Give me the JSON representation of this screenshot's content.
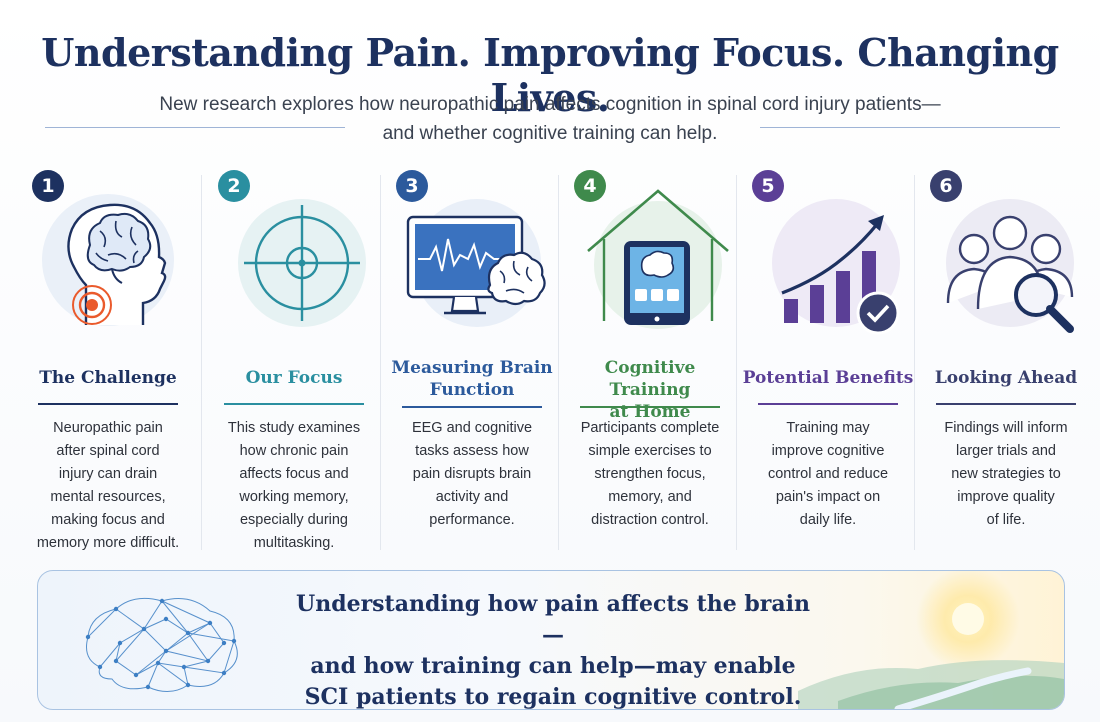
{
  "header": {
    "title": "Understanding Pain. Improving Focus. Changing Lives.",
    "subtitle_line1": "New research explores how neuropathic pain affects cognition in spinal cord injury patients—",
    "subtitle_line2": "and whether cognitive training can help."
  },
  "steps": [
    {
      "number": "1",
      "title_line1": "The Challenge",
      "title_line2": "",
      "color": "#1d3160",
      "icon": "brain-head-pain-icon",
      "description": [
        "Neuropathic pain",
        "after spinal cord",
        "injury can drain",
        "mental resources,",
        "making focus and",
        "memory more difficult."
      ]
    },
    {
      "number": "2",
      "title_line1": "Our Focus",
      "title_line2": "",
      "color": "#2a8fa0",
      "icon": "target-crosshair-icon",
      "description": [
        "This study examines",
        "how chronic pain",
        "affects focus and",
        "working memory,",
        "especially during",
        "multitasking."
      ]
    },
    {
      "number": "3",
      "title_line1": "Measuring Brain",
      "title_line2": "Function",
      "color": "#2c5a9c",
      "icon": "eeg-monitor-brain-icon",
      "description": [
        "EEG and cognitive",
        "tasks assess how",
        "pain disrupts brain",
        "activity and",
        "performance."
      ]
    },
    {
      "number": "4",
      "title_line1": "Cognitive Training",
      "title_line2": "at Home",
      "color": "#3f8a4c",
      "icon": "house-tablet-icon",
      "description": [
        "Participants complete",
        "simple exercises to",
        "strengthen focus,",
        "memory, and",
        "distraction control."
      ]
    },
    {
      "number": "5",
      "title_line1": "Potential Benefits",
      "title_line2": "",
      "color": "#5b3f96",
      "icon": "rising-chart-check-icon",
      "description": [
        "Training may",
        "improve cognitive",
        "control and reduce",
        "pain's impact on",
        "daily life."
      ]
    },
    {
      "number": "6",
      "title_line1": "Looking Ahead",
      "title_line2": "",
      "color": "#39406e",
      "icon": "people-magnifier-icon",
      "description": [
        "Findings will inform",
        "larger trials and",
        "new strategies to",
        "improve quality",
        "of life."
      ]
    }
  ],
  "banner": {
    "line1": "Understanding how pain affects the brain—",
    "line2": "and how training can help—may enable",
    "line3": "SCI patients to regain cognitive control.",
    "icon": "network-brain-icon",
    "scene": "sunrise-river-landscape"
  }
}
